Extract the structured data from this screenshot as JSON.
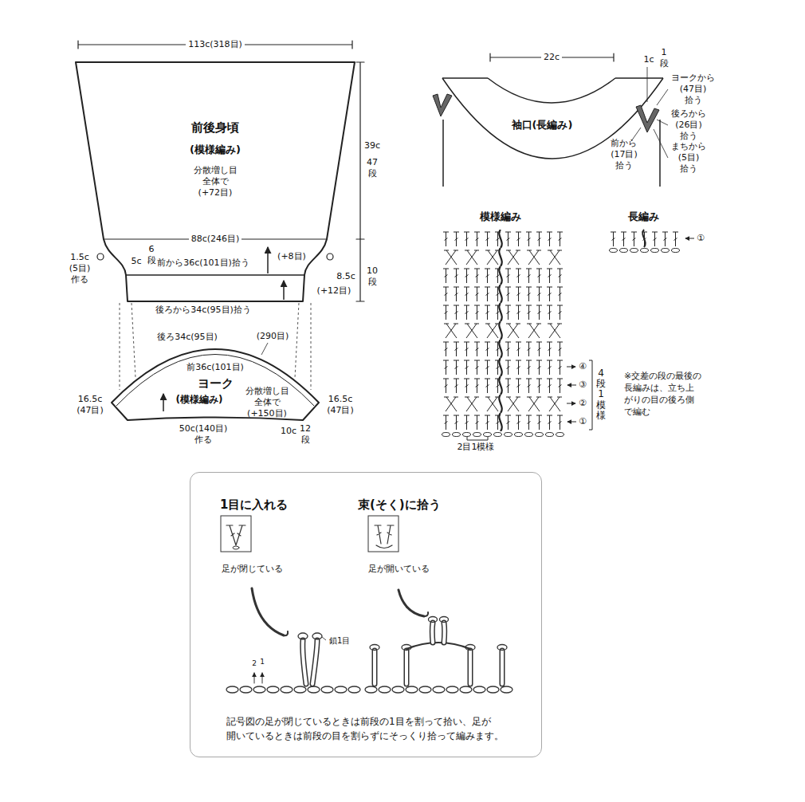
{
  "diagram": {
    "nodes": [
      {
        "text": [
          "前後身頃",
          "(模様編み)",
          "分散増し目 全体で(+72目)"
        ]
      },
      {
        "text": [
          "ヨーク",
          "(模様編み)",
          "分散増し目 全体で(+150目)"
        ]
      },
      {
        "text": [
          "袖口(長編み)"
        ]
      },
      {
        "text": [
          "1目に入れる",
          "束(そく)に拾う",
          "足が閉じている",
          "足が開いている",
          "鎖1目",
          "2",
          "1",
          "記号図の足が閉じているときは前段の1目を割って拾い、足が 開いているときは前段の目を割らずにそっくり拾って編みます。"
        ]
      }
    ],
    "edges": [
      {
        "from": 0,
        "to": 1,
        "arrow": "none"
      },
      {
        "from": 0,
        "to": 1,
        "arrow": "none"
      },
      {
        "from": 0,
        "to": 1,
        "arrow": "none"
      },
      {
        "from": 0,
        "to": 1,
        "arrow": "none"
      }
    ],
    "labels": [
      "113c(318目)",
      "39c",
      "47 段",
      "88c(246目)",
      "1.5c (5目) 作る",
      "5c",
      "6 段",
      "前から36c(101目)拾う",
      "(+8目)",
      "8.5c",
      "10 段",
      "(+12目)",
      "後ろから34c(95目)拾う",
      "後ろ34c(95目)",
      "(290目)",
      "前36c(101目)",
      "16.5c (47目)",
      "16.5c (47目)",
      "50c(140目) 作る",
      "10c",
      "12 段",
      "22c",
      "1c",
      "1 段",
      "ヨークから (47目)拾う",
      "後ろから (26目)拾う",
      "前から (17目)拾う",
      "まちから (5目)拾う",
      "模様編み",
      "長編み",
      "①",
      "②",
      "③",
      "④",
      "4段1模様",
      "2目1模様",
      "①",
      "※交差の段の最後の 長編みは、立ち上 がりの目の後ろ側 で編む"
    ]
  }
}
